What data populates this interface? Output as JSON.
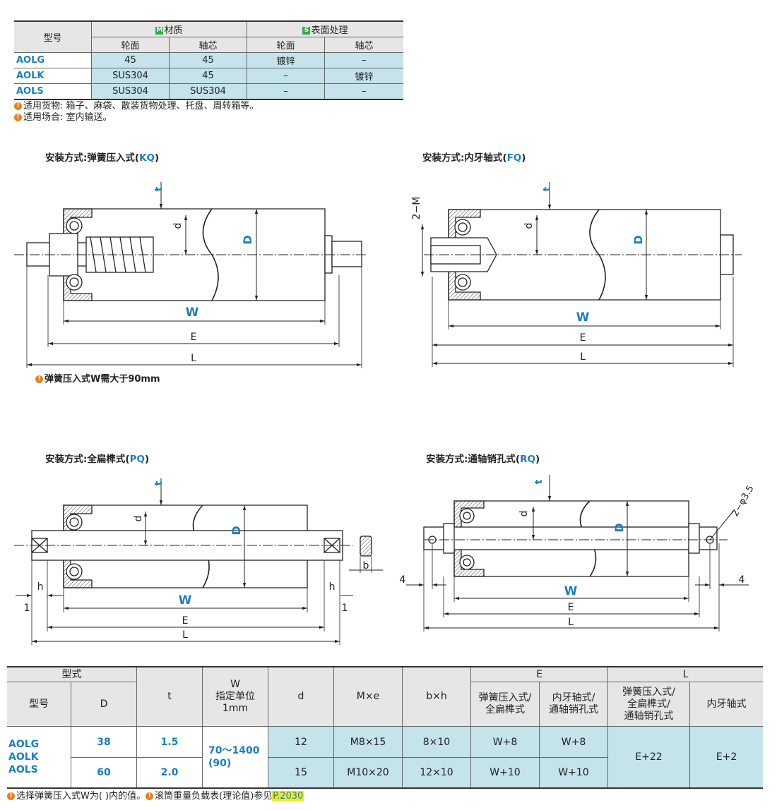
{
  "materials_table": {
    "h_model": "型号",
    "h_material_tag": "M",
    "h_material": "材质",
    "h_surface_tag": "S",
    "h_surface": "表面处理",
    "h_wheel": "轮面",
    "h_shaft": "轴芯",
    "rows": [
      {
        "model": "AOLG",
        "m_wheel": "45",
        "m_shaft": "45",
        "s_wheel": "镀锌",
        "s_shaft": "–"
      },
      {
        "model": "AOLK",
        "m_wheel": "SUS304",
        "m_shaft": "45",
        "s_wheel": "–",
        "s_shaft": "镀锌"
      },
      {
        "model": "AOLS",
        "m_wheel": "SUS304",
        "m_shaft": "SUS304",
        "s_wheel": "–",
        "s_shaft": "–"
      }
    ]
  },
  "notes_top": {
    "icon": "!",
    "n1": "适用货物: 箱子、麻袋、散装货物处理、托盘、周转箱等。",
    "n2": "适用场合: 室内输送。"
  },
  "diagrams": {
    "kq": {
      "prefix": "安装方式:弹簧压入式(",
      "code": "KQ",
      "suffix": ")"
    },
    "fq": {
      "prefix": "安装方式:内牙轴式(",
      "code": "FQ",
      "suffix": ")"
    },
    "pq": {
      "prefix": "安装方式:全扁榫式(",
      "code": "PQ",
      "suffix": ")"
    },
    "rq": {
      "prefix": "安装方式:通轴销孔式(",
      "code": "RQ",
      "suffix": ")"
    },
    "kq_note": "弹簧压入式W需大于90mm",
    "labels": {
      "t": "t",
      "d": "d",
      "D": "D",
      "W": "W",
      "E": "E",
      "L": "L",
      "M": "2−M",
      "h": "h",
      "b": "b",
      "one": "1",
      "four": "4",
      "pin": "2−φ3.5"
    }
  },
  "spec_table": {
    "h_type": "型式",
    "h_model": "型号",
    "h_D": "D",
    "h_t": "t",
    "h_W1": "W",
    "h_W2": "指定单位",
    "h_W3": "1mm",
    "h_d": "d",
    "h_Me": "M×e",
    "h_bh": "b×h",
    "h_E": "E",
    "h_E1a": "弹簧压入式/",
    "h_E1b": "全扁榫式",
    "h_E2a": "内牙轴式/",
    "h_E2b": "通轴销孔式",
    "h_L": "L",
    "h_L1a": "弹簧压入式/",
    "h_L1b": "全扁榫式/",
    "h_L1c": "通轴销孔式",
    "h_L2": "内牙轴式",
    "models": [
      "AOLG",
      "AOLK",
      "AOLS"
    ],
    "w_range": "70～1400",
    "w_spring": "(90)",
    "L1": "E+22",
    "L2": "E+2",
    "rows": [
      {
        "D": "38",
        "t": "1.5",
        "d": "12",
        "Me": "M8×15",
        "bh": "8×10",
        "E1": "W+8",
        "E2": "W+8"
      },
      {
        "D": "60",
        "t": "2.0",
        "d": "15",
        "Me": "M10×20",
        "bh": "12×10",
        "E1": "W+10",
        "E2": "W+10"
      }
    ]
  },
  "footnote": {
    "f1": "选择弹簧压入式W为(  )内的值。",
    "f2": "滚筒重量负载表(理论值)参见",
    "link": "P.2030"
  }
}
